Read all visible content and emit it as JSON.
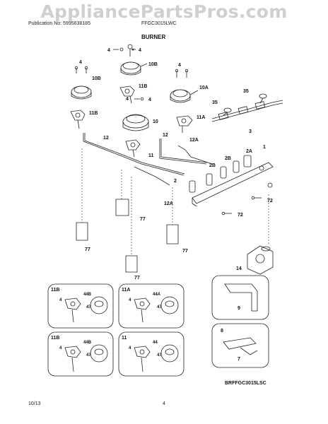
{
  "watermark": "AppliancePartsPros.com",
  "header": {
    "publication": "Publication No: 5995638185",
    "model": "FFGC3015LWC",
    "section_title": "BURNER"
  },
  "labels": {
    "c4a": "4",
    "c4b": "4",
    "c10b": "10B",
    "c4c": "4",
    "c4d": "4",
    "c10b2": "10B",
    "c11b": "11B",
    "c4e": "4",
    "c4f": "4",
    "c11b2": "11B",
    "c10a": "10A",
    "c10": "10",
    "c11a": "11A",
    "c35a": "35",
    "c35b": "35",
    "c3": "3",
    "c12": "12",
    "c12b": "12",
    "c12a": "12A",
    "c11": "11",
    "c2b": "2B",
    "c2b2": "2B",
    "c2a": "2A",
    "c1": "1",
    "c2": "2",
    "c12a2": "12A",
    "c72a": "72",
    "c72b": "72",
    "c77a": "77",
    "c77b": "77",
    "c77c": "77",
    "c77d": "77",
    "c14": "14",
    "c9": "9",
    "c8": "8",
    "c7": "7"
  },
  "detail_boxes": [
    {
      "title": "11B",
      "part": "44B",
      "screw": "4",
      "cap": "47"
    },
    {
      "title": "11A",
      "part": "44A",
      "screw": "4",
      "cap": "47"
    },
    {
      "title": "11B",
      "part": "44B",
      "screw": "4",
      "cap": "47"
    },
    {
      "title": "11",
      "part": "44",
      "screw": "4",
      "cap": "47"
    }
  ],
  "diagram_code": "BRFFGC3015LSC",
  "footer": {
    "date": "10/13",
    "page": "4"
  }
}
